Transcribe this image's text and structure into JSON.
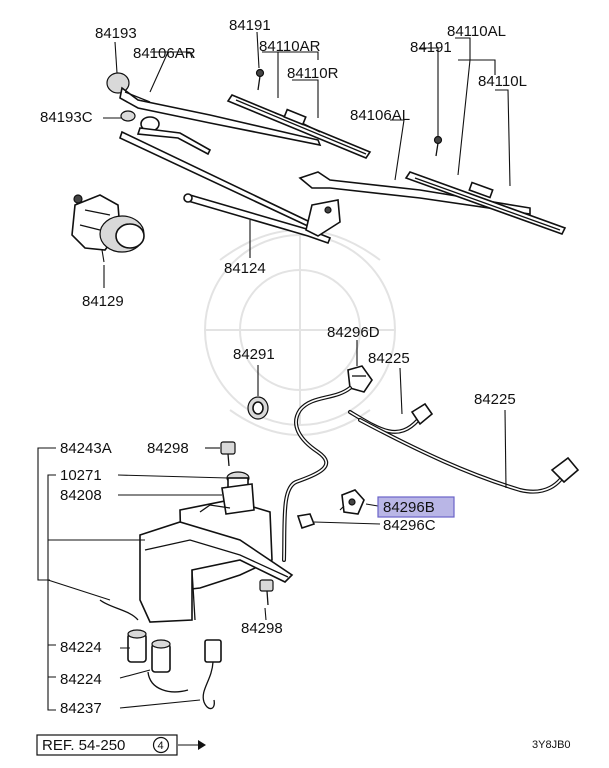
{
  "labels": {
    "p84193": "84193",
    "p84106AR": "84106AR",
    "p84191_top": "84191",
    "p84110AR": "84110AR",
    "p84110R": "84110R",
    "p84191_right": "84191",
    "p84110AL": "84110AL",
    "p84110L": "84110L",
    "p84193C": "84193C",
    "p84106AL": "84106AL",
    "p84129": "84129",
    "p84124": "84124",
    "p84296D": "84296D",
    "p84291": "84291",
    "p84225_mid": "84225",
    "p84225_right": "84225",
    "p84243A": "84243A",
    "p84298_top": "84298",
    "p10271": "10271",
    "p84208": "84208",
    "p84296B": "84296B",
    "p84296C": "84296C",
    "p84298_bottom": "84298",
    "p84224_a": "84224",
    "p84224_b": "84224",
    "p84237": "84237"
  },
  "reference": {
    "text": "REF. 54-250",
    "circle": "4"
  },
  "code": "3Y8JB0",
  "colors": {
    "highlight": "#b9b6e6",
    "highlight_border": "#6a63c8",
    "ink": "#111111"
  }
}
